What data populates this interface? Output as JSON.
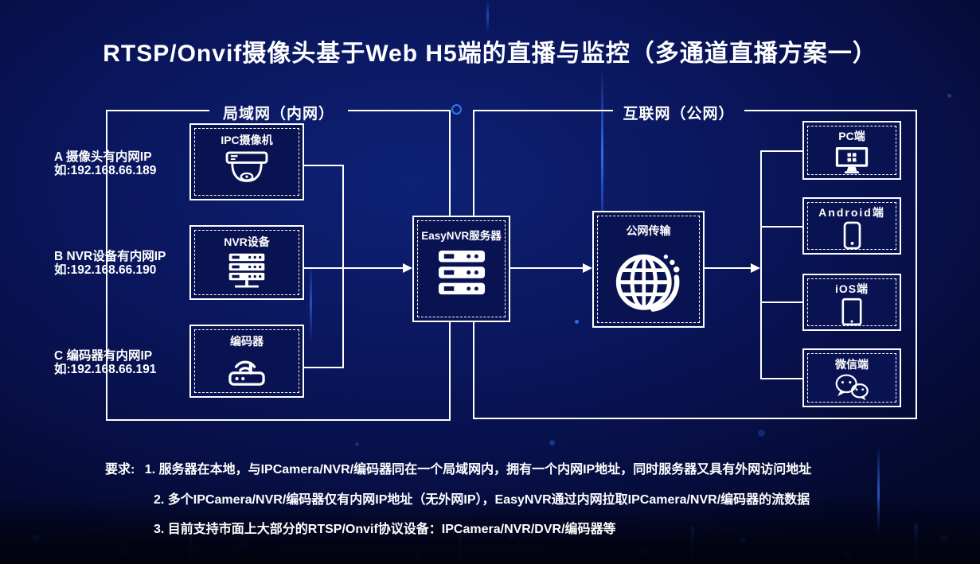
{
  "title": "RTSP/Onvif摄像头基于Web H5端的直播与监控（多通道直播方案一）",
  "lan": {
    "label": "局域网（内网）",
    "notes": [
      {
        "line1": "A 摄像头有内网IP",
        "line2": "如:192.168.66.189"
      },
      {
        "line1": "B NVR设备有内网IP",
        "line2": "如:192.168.66.190"
      },
      {
        "line1": "C 编码器有内网IP",
        "line2": "如:192.168.66.191"
      }
    ],
    "devices": [
      {
        "label": "IPC摄像机",
        "icon": "dome-camera-icon"
      },
      {
        "label": "NVR设备",
        "icon": "nvr-rack-icon"
      },
      {
        "label": "编码器",
        "icon": "router-icon"
      }
    ]
  },
  "server": {
    "label": "EasyNVR服务器",
    "icon": "server-stack-icon"
  },
  "wan": {
    "label": "互联网（公网）",
    "transport": {
      "label": "公网传输",
      "icon": "globe-icon"
    },
    "clients": [
      {
        "label": "PC端",
        "icon": "desktop-monitor-icon"
      },
      {
        "label": "Android端",
        "icon": "smartphone-icon"
      },
      {
        "label": "iOS端",
        "icon": "tablet-icon"
      },
      {
        "label": "微信端",
        "icon": "wechat-icon"
      }
    ]
  },
  "requirements": {
    "prefix": "要求:",
    "items": [
      "1. 服务器在本地，与IPCamera/NVR/编码器同在一个局域网内，拥有一个内网IP地址，同时服务器又具有外网访问地址",
      "2. 多个IPCamera/NVR/编码器仅有内网IP地址（无外网IP），EasyNVR通过内网拉取IPCamera/NVR/编码器的流数据",
      "3. 目前支持市面上大部分的RTSP/Onvif协议设备：IPCamera/NVR/DVR/编码器等"
    ]
  },
  "colors": {
    "background": "#0a165c",
    "line": "#ffffff",
    "box_fill": "#0a1352",
    "accent_ring": "#2d78f0"
  }
}
